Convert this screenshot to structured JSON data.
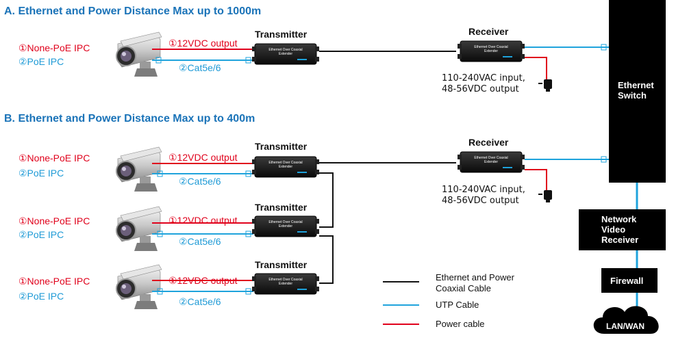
{
  "sections": {
    "a_title": "A. Ethernet and Power Distance Max up to 1000m",
    "b_title": "B. Ethernet and Power Distance Max up to 400m"
  },
  "labels": {
    "none_poe": "①None-PoE IPC",
    "poe": "②PoE IPC",
    "dc_output": "①12VDC output",
    "cat5": "②Cat5e/6",
    "transmitter": "Transmitter",
    "receiver": "Receiver",
    "power_supply_line1": "110-240VAC input,",
    "power_supply_line2": "48-56VDC output",
    "device_text_line1": "Ethernet Over Coaxial",
    "device_text_line2": "Extender"
  },
  "network": {
    "switch_line1": "Ethernet",
    "switch_line2": "Switch",
    "nvr_line1": "Network",
    "nvr_line2": "Video",
    "nvr_line3": "Receiver",
    "firewall": "Firewall",
    "cloud": "LAN/WAN"
  },
  "legend": {
    "coax_line1": "Ethernet and Power",
    "coax_line2": "Coaxial Cable",
    "utp": "UTP Cable",
    "power": "Power cable"
  },
  "colors": {
    "coax": "#111111",
    "utp": "#1ea3dc",
    "power": "#e0001b",
    "title": "#1a73b8"
  }
}
